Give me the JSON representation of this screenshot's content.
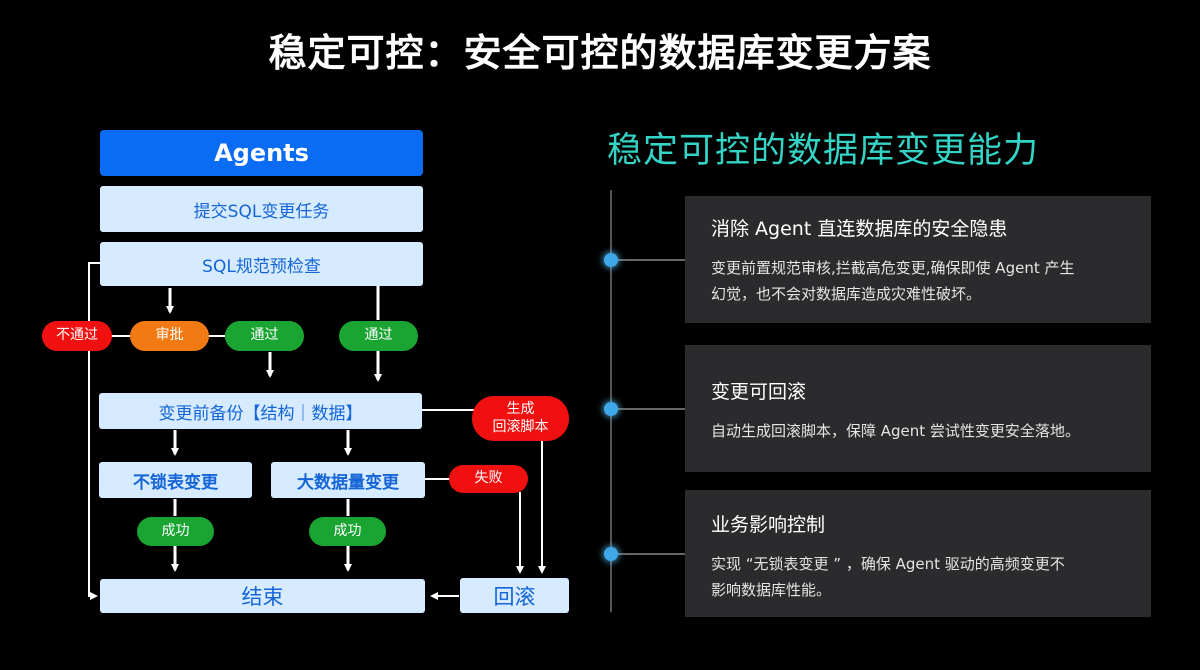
{
  "title": "稳定可控：安全可控的数据库变更方案",
  "flow": {
    "agents": "Agents",
    "submit": "提交SQL变更任务",
    "precheck": "SQL规范预检查",
    "reject": "不通过",
    "approve": "审批",
    "pass_left": "通过",
    "pass_right": "通过",
    "backup": "变更前备份【结构｜数据】",
    "gen_rollback_line1": "生成",
    "gen_rollback_line2": "回滚脚本",
    "no_lock": "不锁表变更",
    "big_data": "大数据量变更",
    "fail": "失败",
    "success_left": "成功",
    "success_right": "成功",
    "end": "结束",
    "rollback": "回滚"
  },
  "right": {
    "title": "稳定可控的数据库变更能力",
    "cards": [
      {
        "title": "消除 Agent 直连数据库的安全隐患",
        "desc_line1": "变更前置规范审核,拦截高危变更,确保即使 Agent 产生",
        "desc_line2": "幻觉，也不会对数据库造成灾难性破坏。"
      },
      {
        "title": "变更可回滚",
        "desc_line1": "自动生成回滚脚本，保障 Agent 尝试性变更安全落地。"
      },
      {
        "title": "业务影响控制",
        "desc_line1": "实现 “无锁表变更 ” ，确保 Agent 驱动的高频变更不",
        "desc_line2": "影响数据库性能。"
      }
    ]
  },
  "colors": {
    "accent_teal": "#33d4c5",
    "header_blue": "#0a6cf5",
    "box_fill": "#d6ebff",
    "red": "#f01010",
    "orange": "#f27a14",
    "green": "#1aa533"
  }
}
